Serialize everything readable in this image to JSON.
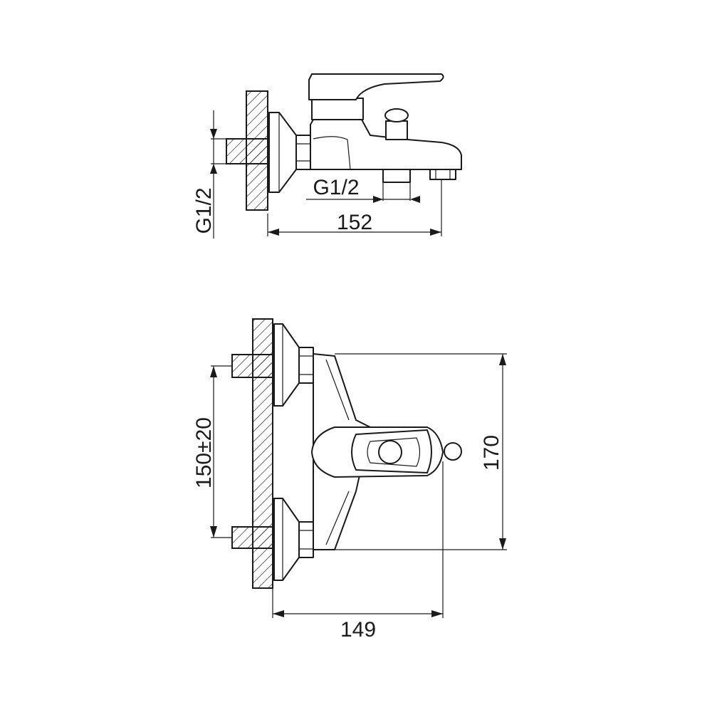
{
  "side_view": {
    "dim_width": "152",
    "dim_outlet_thread": "G1/2",
    "dim_inlet_thread": "G1/2"
  },
  "front_view": {
    "dim_width": "149",
    "dim_height": "170",
    "dim_centers": "150±20"
  }
}
